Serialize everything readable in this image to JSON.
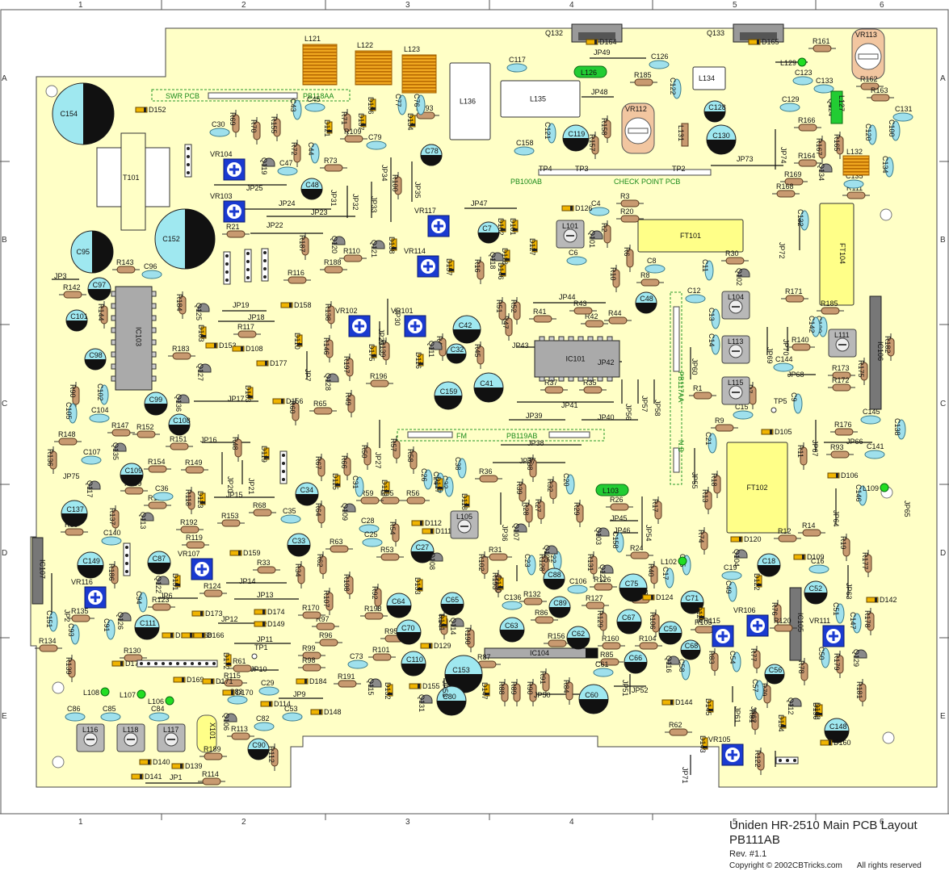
{
  "grid": {
    "columns": [
      "1",
      "2",
      "3",
      "4",
      "5",
      "6"
    ],
    "rows": [
      "A",
      "B",
      "C",
      "D",
      "E"
    ]
  },
  "title_block": {
    "title": "Uniden HR-2510 Main PCB Layout",
    "board": "PB111AB",
    "revision": "Rev. #1.1",
    "copyright": "Copyright © 2002CBTricks.com",
    "rights": "All rights reserved"
  },
  "sub_boards": {
    "swr": {
      "name": "SWR PCB",
      "code": "PB118AA"
    },
    "check": {
      "code": "PB100AB",
      "name": "CHECK POINT PCB",
      "tps": [
        "TP4",
        "TP3",
        "TP2"
      ]
    },
    "fm": {
      "name": "FM",
      "code": "PB119AB"
    },
    "nb": {
      "name": "N.B",
      "code": "PB117AA"
    }
  },
  "large_caps": [
    "C154",
    "C152",
    "C95"
  ],
  "transformers": [
    "T101"
  ],
  "ics": [
    {
      "id": "IC103"
    },
    {
      "id": "IC101"
    },
    {
      "id": "IC104"
    },
    {
      "id": "IC105"
    },
    {
      "id": "IC106"
    },
    {
      "id": "IC107"
    }
  ],
  "big_boxes": [
    "FT101",
    "FT104",
    "FT102",
    "L136",
    "L135",
    "L134"
  ],
  "coils": [
    "L121",
    "L122",
    "L123"
  ],
  "coil_caps": [
    "C112",
    "C115",
    "C116",
    "C114",
    "C113"
  ],
  "vr": [
    "VR104",
    "VR103",
    "VR117",
    "VR114",
    "VR102",
    "VR101",
    "VR107",
    "VR116",
    "VR106",
    "VR115",
    "VR111",
    "VR105"
  ],
  "vrpots": [
    "VR112",
    "VR113"
  ],
  "l_cans": [
    "L101",
    "L104",
    "L113",
    "L115",
    "L111",
    "L105",
    "L116",
    "L118",
    "L117"
  ],
  "green_ind": [
    "L126",
    "L127",
    "L103"
  ],
  "transistors_top": [
    "Q132",
    "Q133"
  ],
  "electrolytics": [
    "C97",
    "C101",
    "C98",
    "C99",
    "C108",
    "C48",
    "C78",
    "C119",
    "C128",
    "C130",
    "C7",
    "C42",
    "C32",
    "C159",
    "C41",
    "C48b",
    "C109",
    "C137",
    "C34",
    "C33",
    "C149",
    "C87",
    "C111",
    "C64",
    "C65",
    "C70",
    "C110",
    "C153",
    "C80",
    "C63",
    "C88",
    "C89",
    "C62",
    "C75",
    "C67",
    "C59",
    "C71",
    "C68",
    "C66",
    "C60",
    "C18",
    "C52",
    "C56",
    "C148",
    "C90",
    "C27",
    "C78b"
  ],
  "caps": [
    "C30",
    "C45",
    "C47",
    "C117",
    "C126",
    "C123",
    "C129",
    "C122",
    "C158",
    "C121",
    "C4",
    "C6",
    "C8",
    "C11",
    "C12",
    "C13",
    "C14",
    "C139",
    "C144",
    "C145",
    "C138",
    "C141",
    "C146",
    "C15",
    "C9",
    "C21",
    "C105",
    "C104",
    "C102",
    "C107",
    "C96",
    "C36",
    "C35",
    "C140",
    "C94",
    "C151",
    "C93",
    "C91",
    "C86",
    "C85",
    "C84",
    "C83",
    "C82",
    "C53",
    "C29",
    "C73",
    "C28",
    "C25",
    "C26",
    "C31",
    "C32b",
    "C38",
    "C20",
    "C23",
    "C22",
    "C136",
    "C106",
    "C158b",
    "C17",
    "C49",
    "C54",
    "C58",
    "C57",
    "C16",
    "C50",
    "C51",
    "C147",
    "C19",
    "C120",
    "C100",
    "C131",
    "C134",
    "C135",
    "C132",
    "C142",
    "C61",
    "C133",
    "C79",
    "C76",
    "C77",
    "C44",
    "C43",
    "C55",
    "C24"
  ],
  "resistors": [
    "R69",
    "R70",
    "R155",
    "R72",
    "R71",
    "R109",
    "R73",
    "R100",
    "R193",
    "R185",
    "R157",
    "R158",
    "R161",
    "R162",
    "R163",
    "R166",
    "R164",
    "R167",
    "R165",
    "R169",
    "R168",
    "R111",
    "R3",
    "R20",
    "R2",
    "R1",
    "R6",
    "R10",
    "R16",
    "R8",
    "R30",
    "R171",
    "R185b",
    "R140",
    "R173",
    "R172",
    "R175",
    "R182",
    "R176",
    "R93",
    "R11",
    "R9",
    "R7",
    "R18",
    "R13",
    "R17",
    "R74",
    "R12",
    "R14",
    "R19",
    "R177",
    "R178",
    "R76",
    "R77",
    "R78",
    "R79",
    "R179",
    "R181",
    "R83",
    "R105",
    "R104",
    "R103",
    "R106",
    "R126",
    "R127",
    "R129",
    "R160",
    "R85",
    "R87",
    "R88",
    "R89",
    "R90",
    "R91",
    "R84",
    "R156",
    "R86",
    "R132",
    "R128",
    "R131",
    "R102",
    "R193b",
    "R31",
    "R190",
    "R94",
    "R95",
    "R92",
    "R93b",
    "R198",
    "R101",
    "R191",
    "R96",
    "R97",
    "R99",
    "R98",
    "R170",
    "R108",
    "R107",
    "R62",
    "R34",
    "R33",
    "R63",
    "R64",
    "R53",
    "R54",
    "R55",
    "R56",
    "R59",
    "R26",
    "R27",
    "R28",
    "R29",
    "R32",
    "R36",
    "R39",
    "R57",
    "R58",
    "R50",
    "R67",
    "R66",
    "R65",
    "R49",
    "R60",
    "R196",
    "R197",
    "R146",
    "R139",
    "R138",
    "R47",
    "R51",
    "R52",
    "R41",
    "R42",
    "R43",
    "R44",
    "R37",
    "R35",
    "R45",
    "R117",
    "R183",
    "R116",
    "R110",
    "R188",
    "R187",
    "R21",
    "R184",
    "R144",
    "R142",
    "R143",
    "R90b",
    "R147",
    "R148",
    "R136",
    "R152",
    "R151",
    "R154",
    "R149",
    "R199",
    "R121",
    "R118",
    "R153",
    "R68",
    "R80",
    "R192",
    "R119",
    "R123",
    "R124",
    "R186",
    "R137",
    "R135",
    "R134",
    "R130",
    "R139b",
    "R61",
    "R115",
    "R113",
    "R189",
    "R114",
    "R112",
    "R62b",
    "R81",
    "R122",
    "R24",
    "R40",
    "R120",
    "R48",
    "R38",
    "R46"
  ],
  "diodes": [
    "D152",
    "D137",
    "D121",
    "D134",
    "D136",
    "D164",
    "D165",
    "D126",
    "D102",
    "D101",
    "D127",
    "D157",
    "D138",
    "D118",
    "D146",
    "D158",
    "D163",
    "D153",
    "D110",
    "D108",
    "D177",
    "D103",
    "D156",
    "D175",
    "D116",
    "D115",
    "D113",
    "D117",
    "D118b",
    "D112",
    "D111",
    "D119",
    "D123",
    "D159",
    "D151",
    "D174",
    "D149",
    "D173",
    "D167",
    "D168",
    "D166",
    "D176",
    "D172",
    "D169",
    "D171",
    "D170",
    "D114",
    "D148",
    "D184",
    "D140",
    "D139",
    "D141",
    "D133",
    "D131",
    "D129",
    "D132",
    "D155",
    "D147",
    "D130",
    "D124",
    "D125",
    "D120",
    "D109",
    "D122",
    "D105",
    "D106",
    "D144",
    "D145",
    "D143",
    "D154",
    "D150",
    "D160",
    "D142",
    "D162"
  ],
  "transistors": [
    "Q119",
    "Q120",
    "Q121",
    "Q118",
    "Q125",
    "Q127",
    "Q128",
    "Q111",
    "Q136",
    "Q135",
    "Q117",
    "Q113",
    "Q122",
    "Q126",
    "Q106",
    "Q115",
    "Q131",
    "Q114",
    "Q108",
    "Q105",
    "Q107",
    "Q109",
    "Q123",
    "Q103",
    "Q116",
    "Q104",
    "Q112",
    "Q129",
    "Q124",
    "Q134",
    "Q102",
    "Q101"
  ],
  "jumpers": [
    "JP25",
    "JP24",
    "JP23",
    "JP22",
    "JP31",
    "JP32",
    "JP33",
    "JP34",
    "JP35",
    "JP47",
    "JP49",
    "JP48",
    "JP74",
    "JP73",
    "JP72",
    "JP3",
    "JP19",
    "JP18",
    "JP7",
    "JP17",
    "JP16",
    "JP20",
    "JP21",
    "JP15",
    "JP14",
    "JP13",
    "JP12",
    "JP11",
    "JP10",
    "JP9",
    "JP6",
    "JP2",
    "JP1",
    "JP75",
    "JP29",
    "JP30",
    "JP43",
    "JP44",
    "JP42",
    "JP41",
    "JP39",
    "JP40",
    "JP56",
    "JP57",
    "JP58",
    "JP60",
    "JP38",
    "JP37",
    "JP36",
    "JP27",
    "JP45",
    "JP46",
    "JP54",
    "JP55",
    "JP50",
    "JP52",
    "JP51",
    "JP53",
    "JP69",
    "JP70",
    "JP68",
    "JP67",
    "JP66",
    "JP65",
    "JP64",
    "JP63",
    "JP61",
    "JP62",
    "JP71"
  ],
  "xtal": [
    "X101"
  ],
  "test_points": [
    "TP1",
    "TP5"
  ],
  "small_ind": [
    "L129",
    "L109",
    "L108",
    "L107",
    "L106",
    "L102",
    "L131",
    "L132"
  ],
  "misc_labels": [
    "L121",
    "L122",
    "L123"
  ]
}
